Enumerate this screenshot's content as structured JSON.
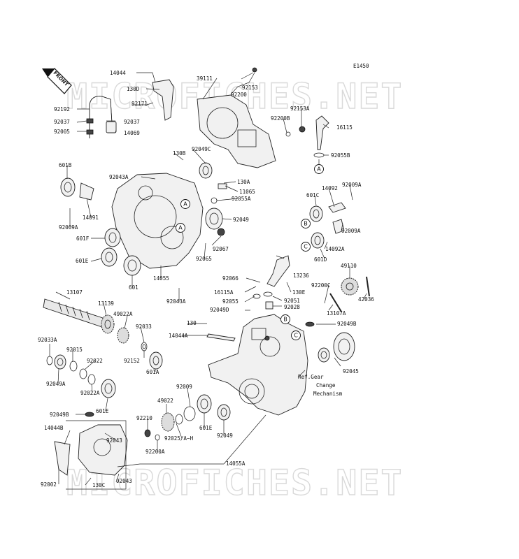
{
  "diagram": {
    "code": "E1450",
    "front_tag": "FRONT",
    "watermark": "MICROFICHES.NET",
    "note_lines": [
      "Ref.Gear",
      "Change",
      "Mechanism"
    ],
    "circle_refs": [
      "A",
      "A",
      "A",
      "B",
      "C",
      "B",
      "C"
    ],
    "part_numbers": {
      "p14044": "14044",
      "p39111": "39111",
      "p130d": "130D",
      "p92153": "92153",
      "p92200": "92200",
      "p92171": "92171",
      "p92192": "92192",
      "p92037a": "92037",
      "p92037b": "92037",
      "p92005": "92005",
      "p14069": "14069",
      "p92153a": "92153A",
      "p16115": "16115",
      "p92200b": "92200B",
      "p92055b": "92055B",
      "p130b": "130B",
      "p92049c": "92049C",
      "p601b": "601B",
      "p92043a": "92043A",
      "p130a": "130A",
      "p11065": "11065",
      "p92055a": "92055A",
      "p14092": "14092",
      "p92009a_r": "92009A",
      "p601c": "601C",
      "p14091": "14091",
      "p92049": "92049",
      "p92009a_l": "92009A",
      "p92009a_r2": "92009A",
      "p601f": "601F",
      "p92067": "92067",
      "p14092a": "14092A",
      "p601d": "601D",
      "p601e": "601E",
      "p92065": "92065",
      "p49110": "49110",
      "p13236": "13236",
      "p601": "601",
      "p14055": "14055",
      "p92066": "92066",
      "p42036": "42036",
      "p16115a": "16115A",
      "p130e": "130E",
      "p92200c": "92200C",
      "p13107": "13107",
      "p92043a_b": "92043A",
      "p92055": "92055",
      "p92051": "92051",
      "p92028": "92028",
      "p13139": "13139",
      "p92049d": "92049D",
      "p13107a": "13107A",
      "p49022a": "49022A",
      "p130": "130",
      "p92049b_r": "92049B",
      "p92033": "92033",
      "p14044a": "14044A",
      "p92033a": "92033A",
      "p92015": "92015",
      "p92152": "92152",
      "p92045": "92045",
      "p92022": "92022",
      "p601a": "601A",
      "p92049a": "92049A",
      "p92022a": "92022A",
      "p92009": "92009",
      "p49022": "49022",
      "p601e_b": "601E",
      "p92049b": "92049B",
      "p92210": "92210",
      "p14044b": "14044B",
      "p92043_1": "92043",
      "p92025": "92025/A~H",
      "p92049_b": "92049",
      "p92200a": "92200A",
      "p14055a": "14055A",
      "p92002": "92002",
      "p130c": "130C",
      "p92043_2": "92043"
    }
  }
}
